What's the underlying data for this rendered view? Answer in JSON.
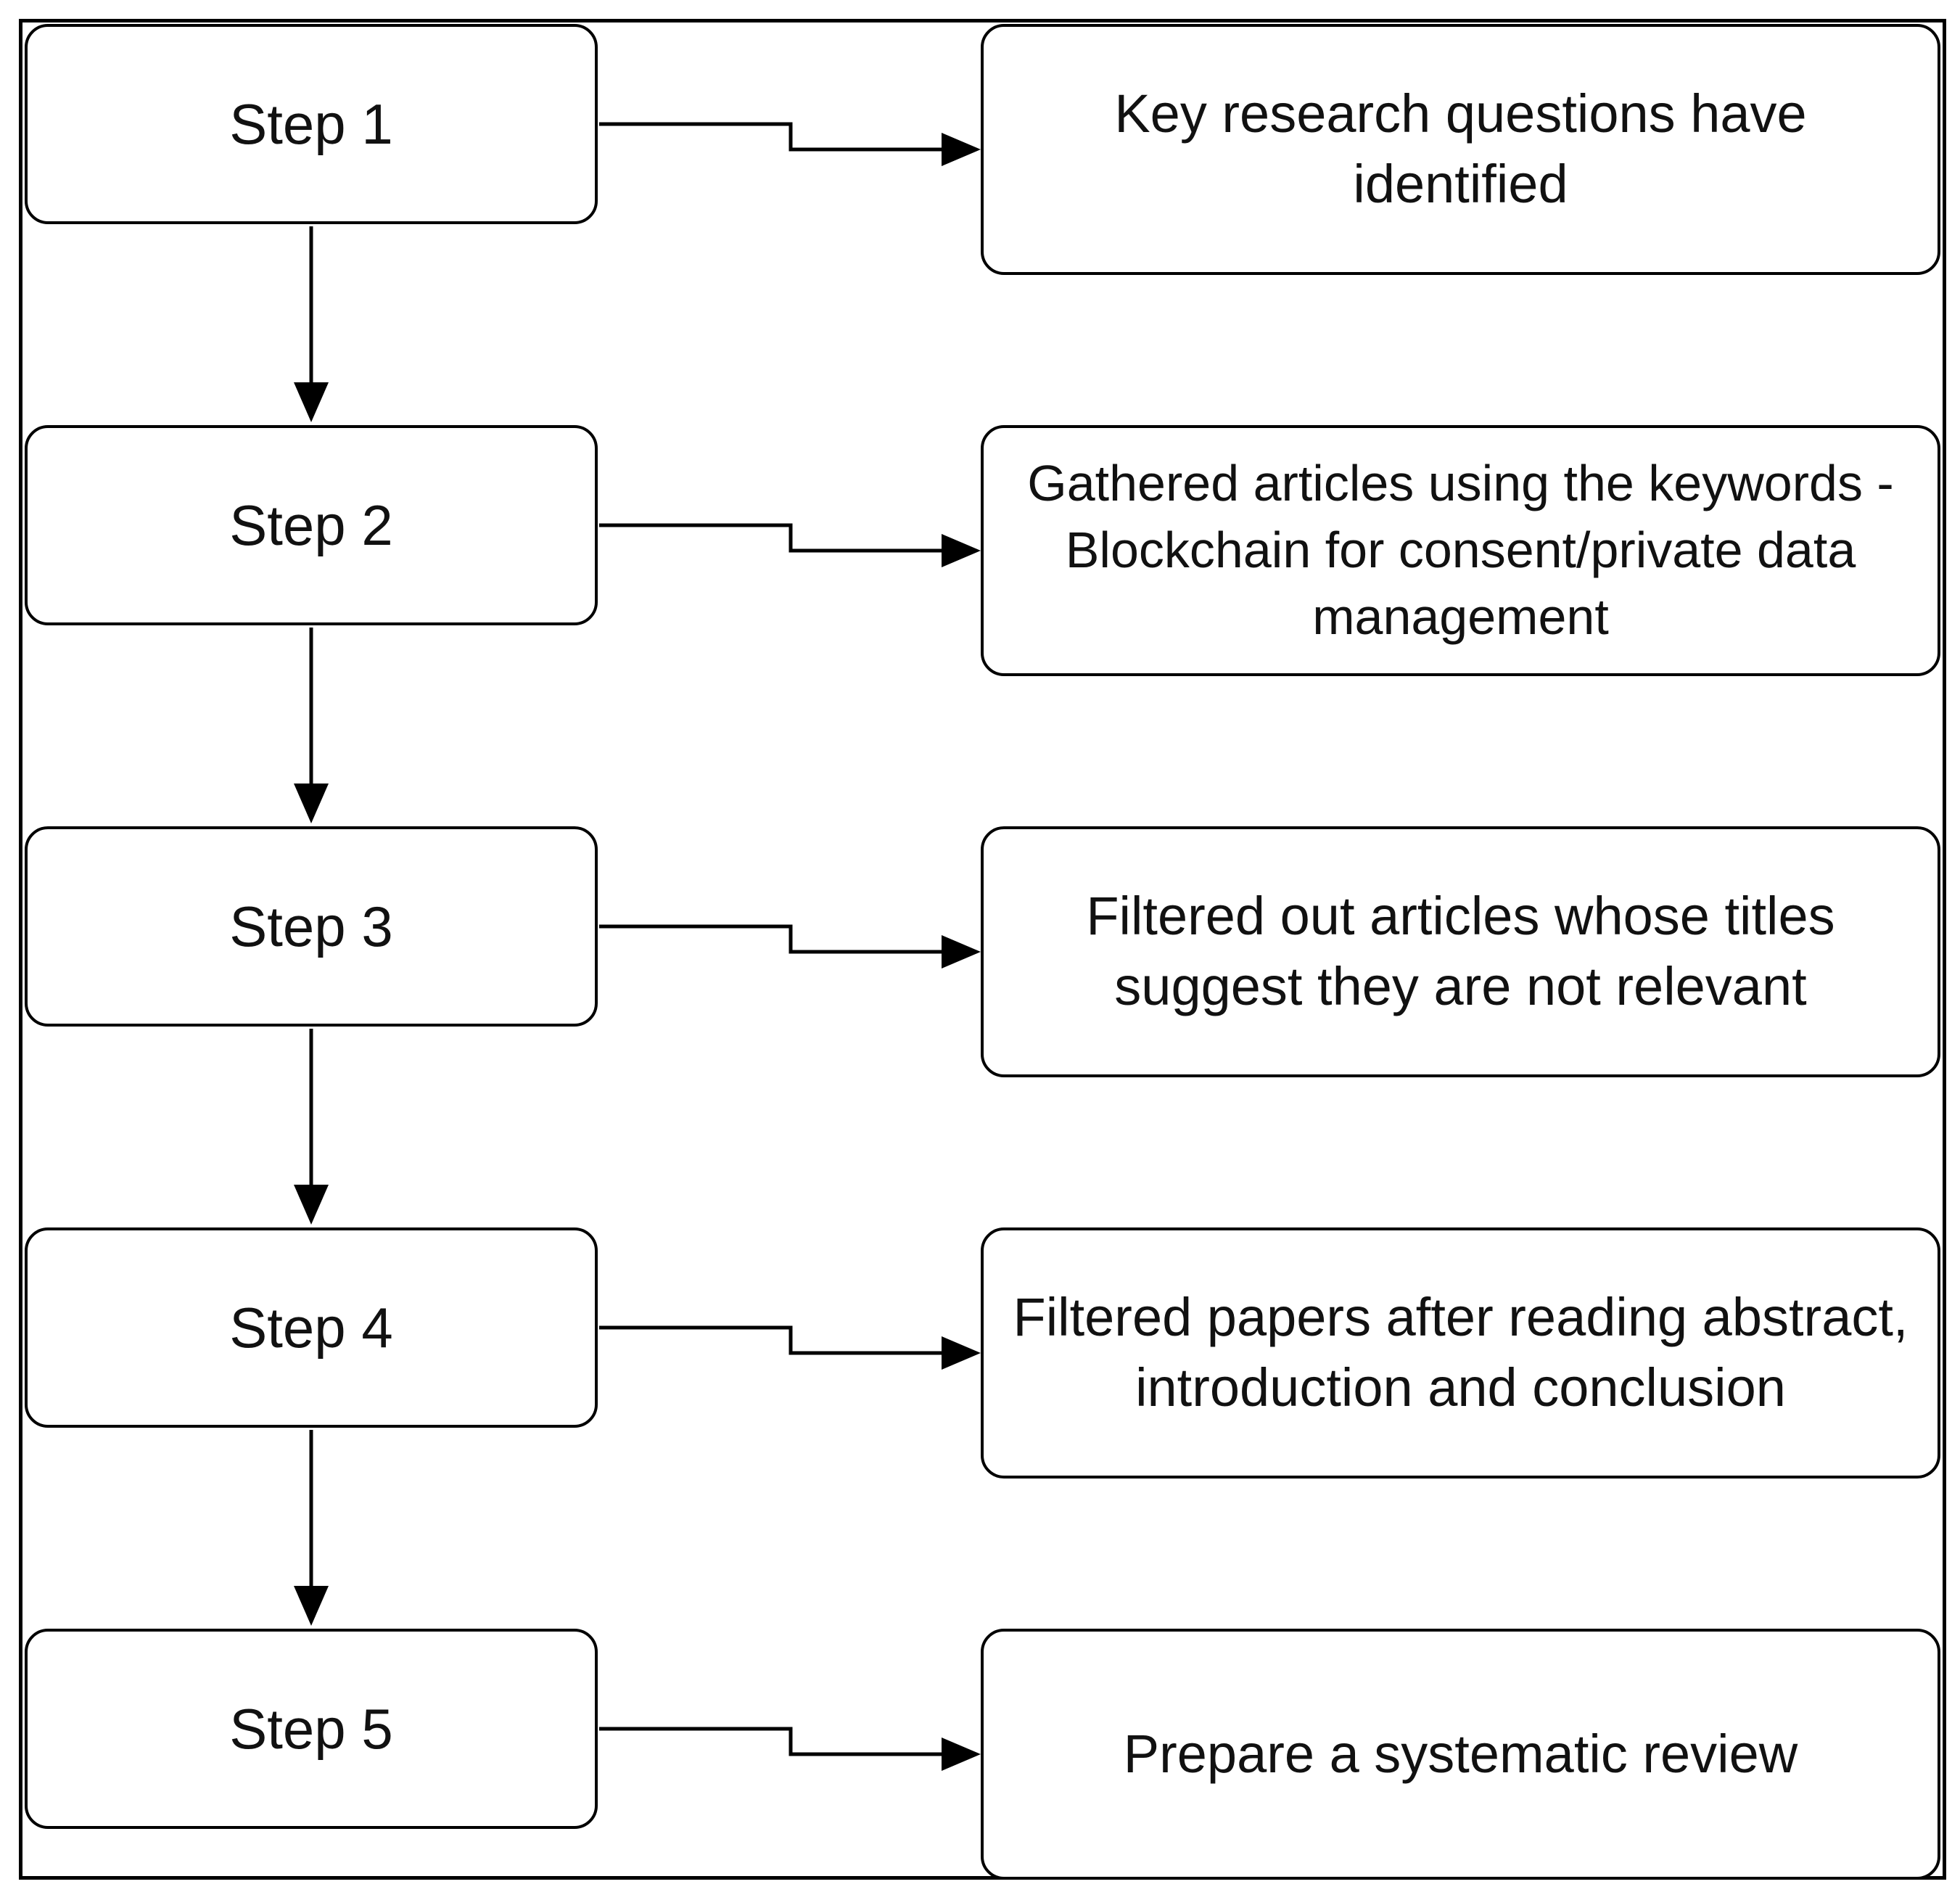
{
  "steps": [
    {
      "label": "Step 1",
      "description": "Key research questions have identified"
    },
    {
      "label": "Step 2",
      "description": "Gathered articles using the keywords -Blockchain for consent/private data management"
    },
    {
      "label": "Step 3",
      "description": "Filtered out articles whose titles suggest they are not relevant"
    },
    {
      "label": "Step 4",
      "description": "Filtered papers after reading abstract, introduction and conclusion"
    },
    {
      "label": "Step 5",
      "description": "Prepare a systematic review"
    }
  ],
  "colors": {
    "stroke": "#000000",
    "background": "#ffffff",
    "text": "#111111"
  }
}
